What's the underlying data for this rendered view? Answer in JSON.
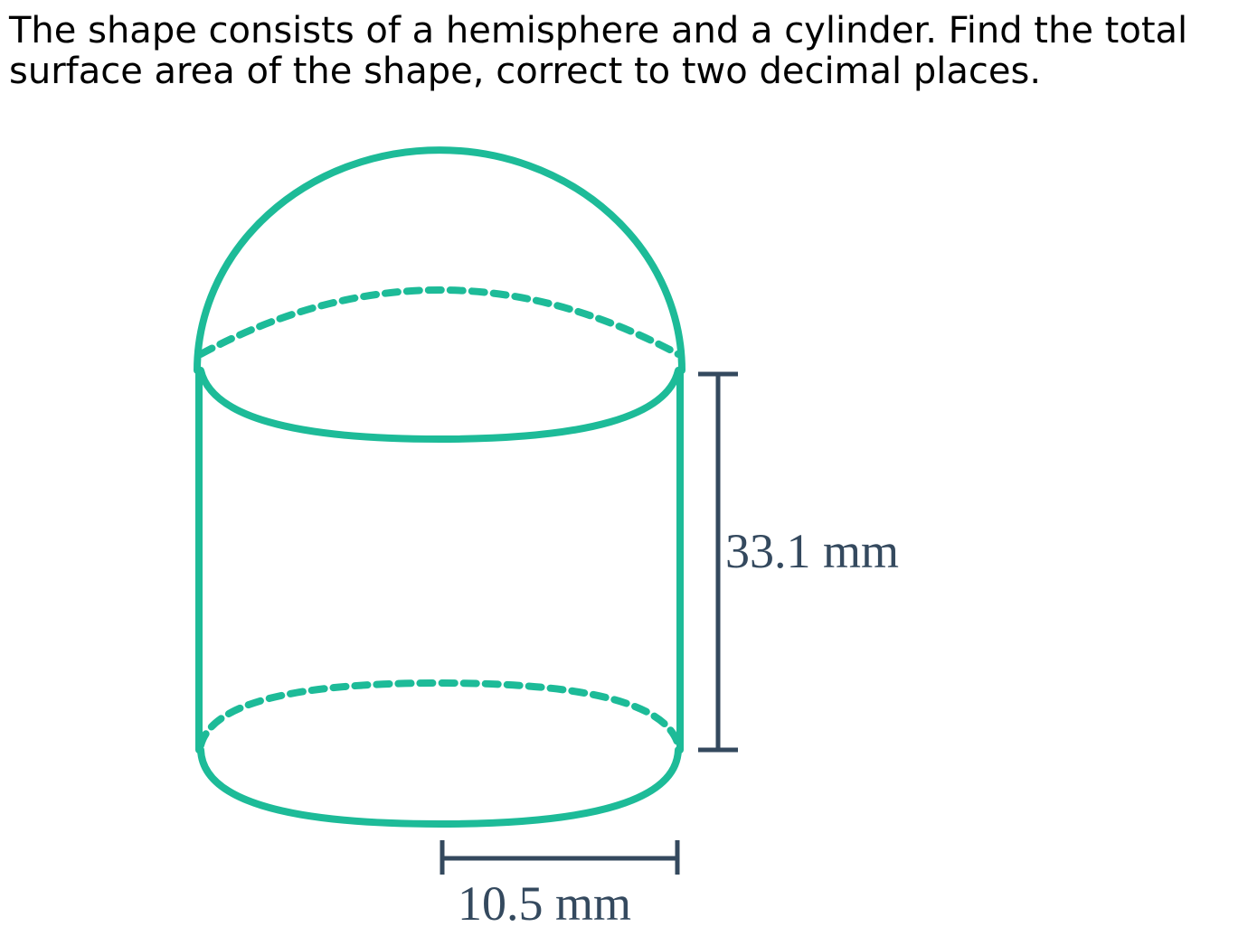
{
  "question": {
    "line1": "The shape consists of a hemisphere and a cylinder. Find the total",
    "line2": "surface area of the shape, correct to two decimal places."
  },
  "figure": {
    "height_label": "33.1 mm",
    "radius_label": "10.5 mm",
    "shape_color": "#1dbb98",
    "dimension_color": "#34495e"
  }
}
